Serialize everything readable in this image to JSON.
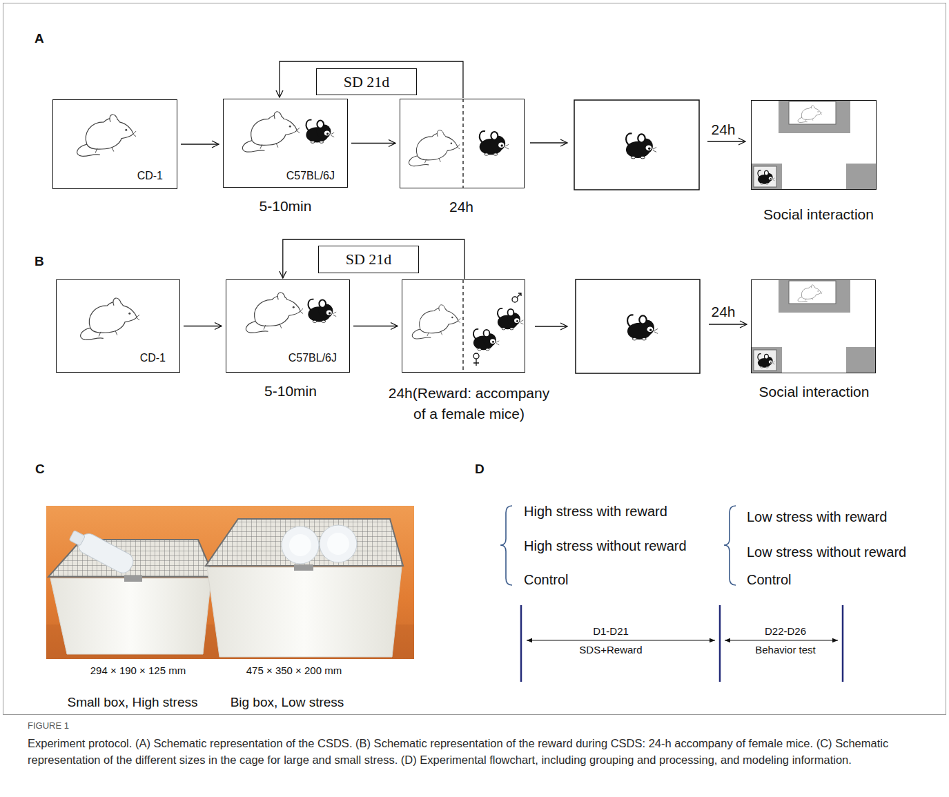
{
  "diagram": {
    "caption": "Experiment protocol. (A) Schematic representation of the CSDS. (B) Schematic representation of the reward during CSDS: 24-h accompany of female mice. (C) Schematic representation of the different sizes in the cage for large and small stress. (D) Experimental flowchart, including grouping and processing, and modeling information.",
    "nodes": [
      {
        "text": [
          "SD 21d"
        ]
      },
      {
        "text": [
          "CD-1"
        ]
      },
      {
        "text": [
          "C57BL/6J",
          "5-10min"
        ]
      },
      {
        "text": [
          "24h"
        ]
      },
      {
        "text": [
          "Social interaction"
        ]
      },
      {
        "text": [
          "SD 21d"
        ]
      },
      {
        "text": [
          "CD-1"
        ]
      },
      {
        "text": [
          "C57BL/6J",
          "5-10min"
        ]
      },
      {
        "text": [
          "24h(Reward: accompany of a female mice)"
        ]
      },
      {
        "text": [
          "Social interaction"
        ]
      }
    ],
    "edges": [
      {
        "from": 1,
        "to": 2,
        "arrow": "to"
      },
      {
        "from": 2,
        "to": 3,
        "arrow": "to"
      },
      {
        "from": 3,
        "to": 2,
        "arrow": "to"
      },
      {
        "from": 6,
        "to": 7,
        "arrow": "to"
      },
      {
        "from": 7,
        "to": 8,
        "arrow": "to"
      },
      {
        "from": 8,
        "to": 7,
        "arrow": "to"
      }
    ],
    "labels": [
      "A",
      "24h",
      "B",
      "24h",
      "C",
      "D",
      "294 × 190 × 125 mm",
      "475 × 350 × 200 mm",
      "Small box, High stress",
      "Big box, Low stress",
      "High stress with reward",
      "High stress without reward",
      "Control",
      "Low stress with reward",
      "Low stress without reward",
      "Control",
      "D1-D21",
      "SDS+Reward",
      "D22-D26",
      "Behavior test",
      "FIGURE 1"
    ]
  }
}
